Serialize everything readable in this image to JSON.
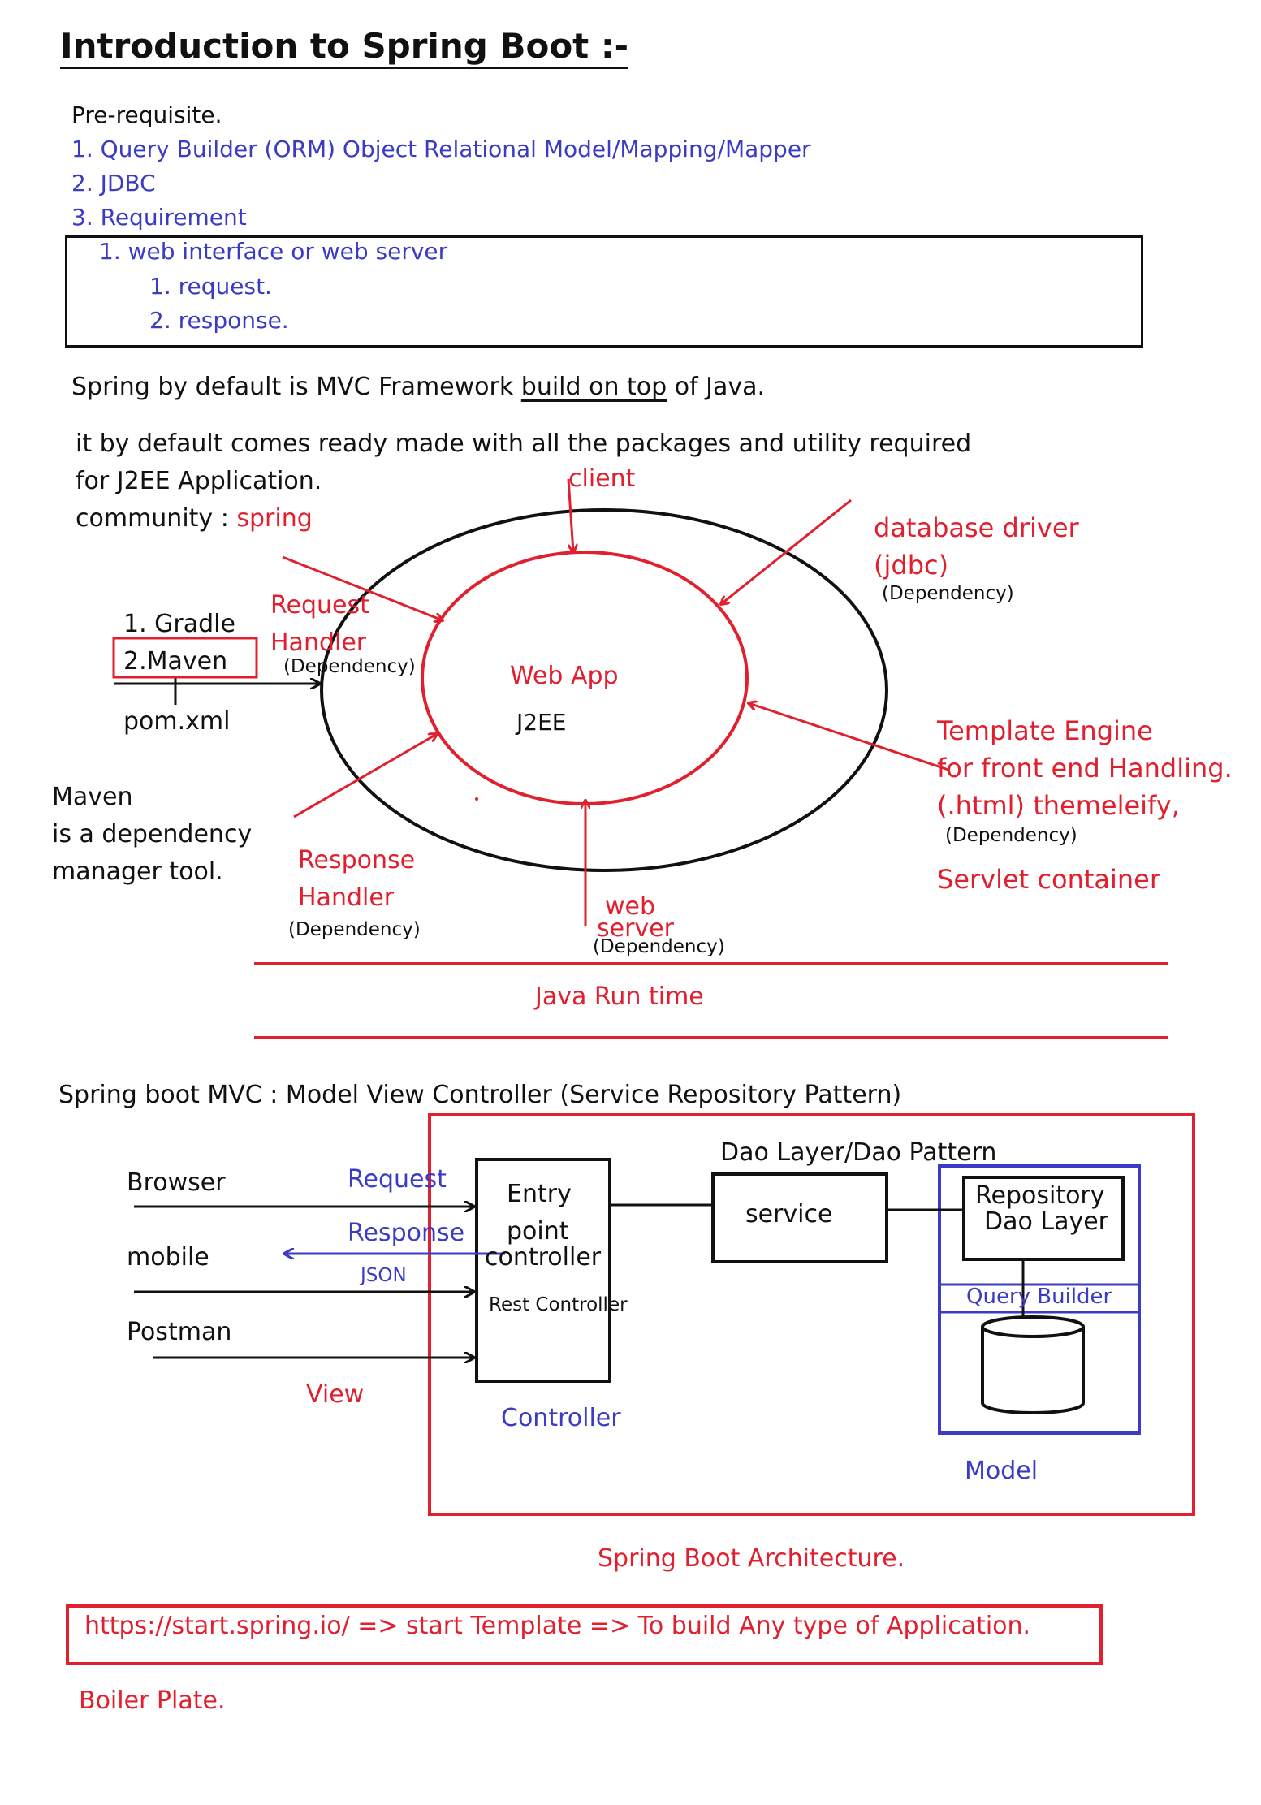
{
  "title": "Introduction to Spring Boot :-",
  "prereq": {
    "heading": "Pre-requisite.",
    "items": [
      "1. Query Builder (ORM) Object Relational Model/Mapping/Mapper",
      "2. JDBC",
      "3. Requirement"
    ],
    "boxed": {
      "main": "1. web interface or web server",
      "sub": [
        "1. request.",
        "2. response."
      ]
    }
  },
  "spring_line": {
    "before": "Spring by default is MVC Framework ",
    "underlined": "build on top",
    "after": " of Java."
  },
  "desc": {
    "line1": "it  by default comes ready made with all the packages and utility required",
    "line2": "for J2EE Application.",
    "community_label": "community : ",
    "community_value": "spring"
  },
  "diagram1": {
    "client": "client",
    "database_driver": "database driver",
    "jdbc": "(jdbc)",
    "dep_db": "(Dependency)",
    "request_handler_1": "Request",
    "request_handler_2": "Handler",
    "dep_req": "(Dependency)",
    "gradle": "1. Gradle",
    "maven": "2.Maven",
    "pom": "pom.xml",
    "web_app": "Web App",
    "j2ee": "J2EE",
    "template_engine": "Template Engine",
    "front_end": "for front end Handling.",
    "html": "(.html) themeleify,",
    "dep_tpl": "(Dependency)",
    "servlet": "Servlet container",
    "maven_desc": [
      "Maven",
      "is a dependency",
      "manager tool."
    ],
    "response_handler_1": "Response",
    "response_handler_2": "Handler",
    "dep_resp": "(Dependency)",
    "web": "web",
    "server": "server",
    "dep_web": "(Dependency)",
    "java_runtime": "Java Run time"
  },
  "diagram2": {
    "heading": "Spring boot MVC : Model View Controller (Service Repository Pattern)",
    "dao_layer": "Dao Layer/Dao Pattern",
    "browser": "Browser",
    "mobile": "mobile",
    "postman": "Postman",
    "request": "Request",
    "response": "Response",
    "json": "JSON",
    "view": "View",
    "entry": "Entry",
    "point": "point",
    "controller_box": "controller",
    "rest_controller": "Rest Controller",
    "controller": "Controller",
    "service": "service",
    "repository": "Repository",
    "dao_layer_box": "Dao Layer",
    "query_builder": "Query Builder",
    "model": "Model",
    "architecture": "Spring Boot Architecture."
  },
  "link_box": "https://start.spring.io/ => start Template => To build Any type of Application.",
  "boiler_plate": "Boiler Plate.",
  "colors": {
    "red": "#e0202e",
    "blue": "#3b3bc4",
    "black": "#111111"
  }
}
